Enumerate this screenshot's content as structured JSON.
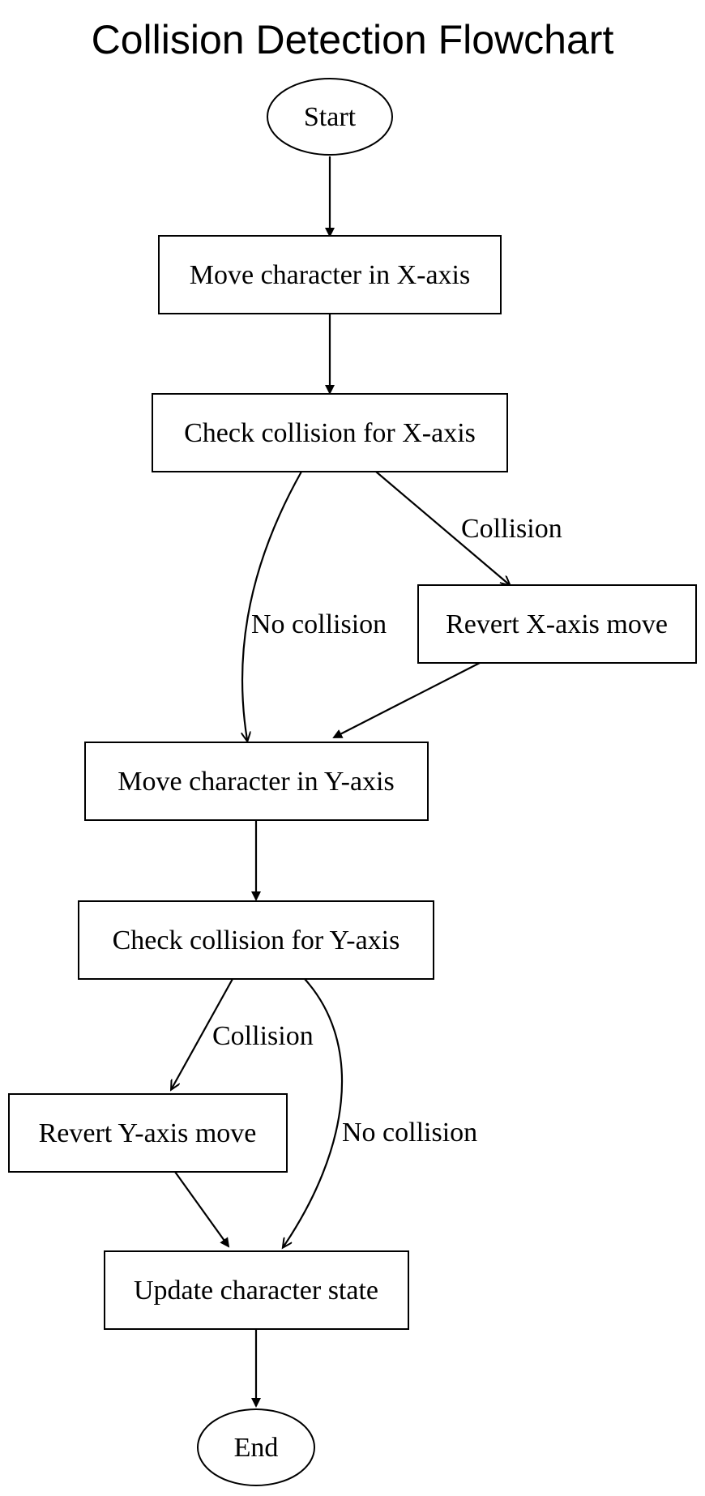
{
  "title": "Collision Detection Flowchart",
  "colors": {
    "stroke": "#000000",
    "text": "#000000",
    "background": "#ffffff"
  },
  "nodes": {
    "start": {
      "label": "Start",
      "shape": "ellipse"
    },
    "move_x": {
      "label": "Move character in X-axis",
      "shape": "box"
    },
    "check_x": {
      "label": "Check collision for X-axis",
      "shape": "box"
    },
    "revert_x": {
      "label": "Revert X-axis move",
      "shape": "box"
    },
    "move_y": {
      "label": "Move character in Y-axis",
      "shape": "box"
    },
    "check_y": {
      "label": "Check collision for Y-axis",
      "shape": "box"
    },
    "revert_y": {
      "label": "Revert Y-axis move",
      "shape": "box"
    },
    "update_state": {
      "label": "Update character state",
      "shape": "box"
    },
    "end": {
      "label": "End",
      "shape": "ellipse"
    }
  },
  "edges": {
    "start_to_move_x": {
      "from": "start",
      "to": "move_x",
      "label": "",
      "arrow": "filled"
    },
    "move_x_to_check_x": {
      "from": "move_x",
      "to": "check_x",
      "label": "",
      "arrow": "filled"
    },
    "check_x_to_revert_x": {
      "from": "check_x",
      "to": "revert_x",
      "label": "Collision",
      "arrow": "open"
    },
    "check_x_to_move_y": {
      "from": "check_x",
      "to": "move_y",
      "label": "No collision",
      "arrow": "open"
    },
    "revert_x_to_move_y": {
      "from": "revert_x",
      "to": "move_y",
      "label": "",
      "arrow": "filled"
    },
    "move_y_to_check_y": {
      "from": "move_y",
      "to": "check_y",
      "label": "",
      "arrow": "filled"
    },
    "check_y_to_revert_y": {
      "from": "check_y",
      "to": "revert_y",
      "label": "Collision",
      "arrow": "open"
    },
    "check_y_to_update": {
      "from": "check_y",
      "to": "update_state",
      "label": "No collision",
      "arrow": "open"
    },
    "revert_y_to_update": {
      "from": "revert_y",
      "to": "update_state",
      "label": "",
      "arrow": "filled"
    },
    "update_to_end": {
      "from": "update_state",
      "to": "end",
      "label": "",
      "arrow": "filled"
    }
  }
}
